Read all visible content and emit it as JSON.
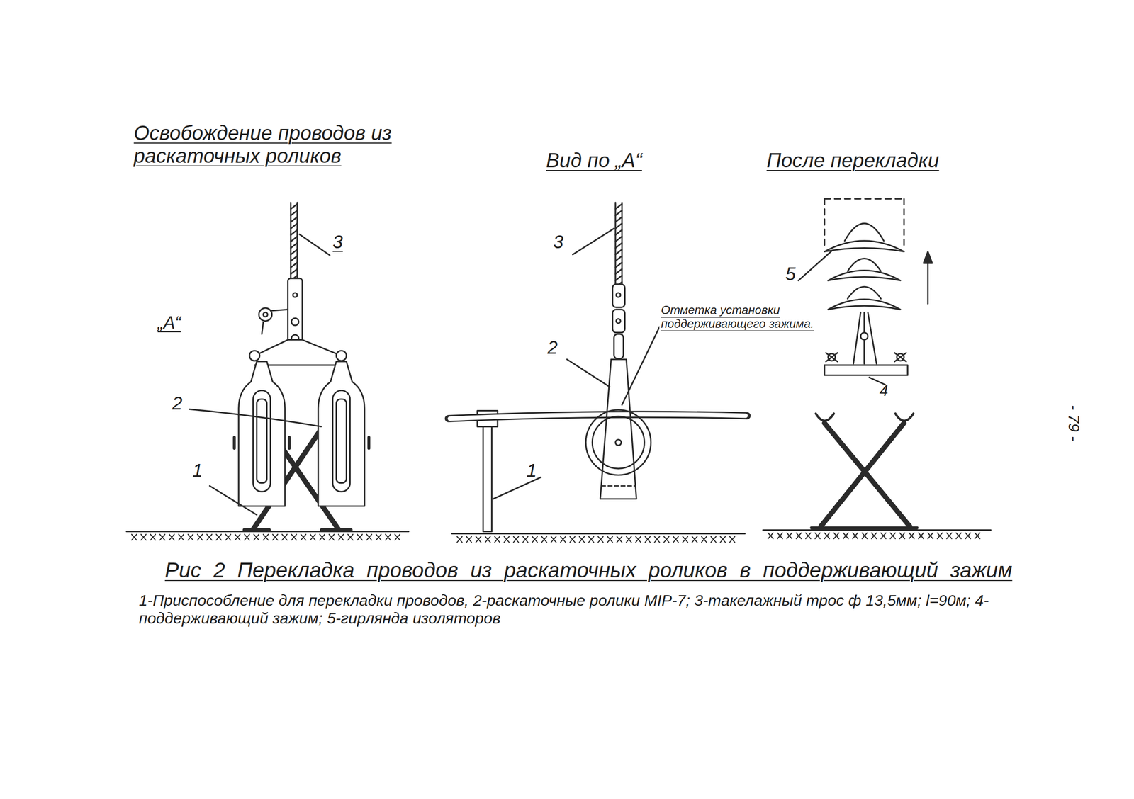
{
  "diagram": {
    "caption": "Рис 2 Перекладка проводов из раскаточных роликов в поддерживающий зажим",
    "labels": [
      "Освобождение проводов из раскаточных роликов",
      "Вид по „А“",
      "После перекладки",
      "3",
      "„А“",
      "2",
      "1",
      "3",
      "Отметка установки поддерживающего зажима.",
      "2",
      "1",
      "5",
      "4",
      "- 79 -",
      "1-Приспособление для перекладки проводов, 2-раскаточные ролики МІР-7; 3-такелажный трос ф 13,5мм; l=90м; 4-поддерживающий зажим; 5-гирлянда изоляторов"
    ]
  }
}
